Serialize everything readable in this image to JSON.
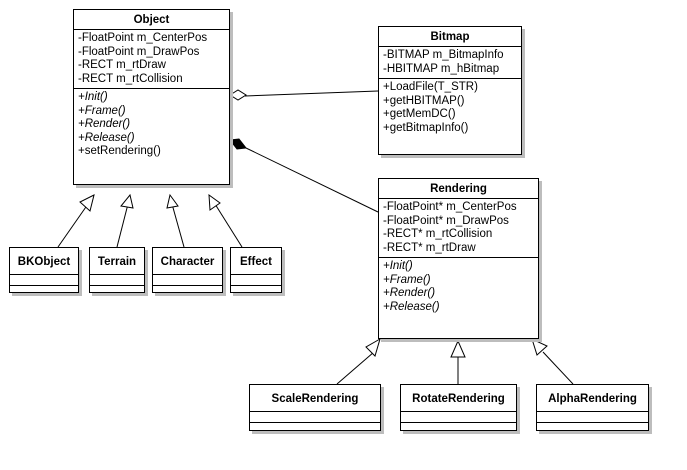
{
  "classes": {
    "object": {
      "name": "Object",
      "attributes": [
        "-FloatPoint m_CenterPos",
        "-FloatPoint m_DrawPos",
        "-RECT m_rtDraw",
        "-RECT m_rtCollision"
      ],
      "operations": [
        "+Init()",
        "+Frame()",
        "+Render()",
        "+Release()",
        "+setRendering()"
      ]
    },
    "bitmap": {
      "name": "Bitmap",
      "attributes": [
        "-BITMAP m_BitmapInfo",
        "-HBITMAP m_hBitmap"
      ],
      "operations": [
        "+LoadFile(T_STR)",
        "+getHBITMAP()",
        "+getMemDC()",
        "+getBitmapInfo()"
      ]
    },
    "rendering": {
      "name": "Rendering",
      "attributes": [
        "-FloatPoint* m_CenterPos",
        "-FloatPoint* m_DrawPos",
        "-RECT* m_rtCollision",
        "-RECT* m_rtDraw"
      ],
      "operations": [
        "+Init()",
        "+Frame()",
        "+Render()",
        "+Release()"
      ]
    },
    "bkobject": {
      "name": "BKObject"
    },
    "terrain": {
      "name": "Terrain"
    },
    "character": {
      "name": "Character"
    },
    "effect": {
      "name": "Effect"
    },
    "scalerendering": {
      "name": "ScaleRendering"
    },
    "rotaterendering": {
      "name": "RotateRendering"
    },
    "alpharendering": {
      "name": "AlphaRendering"
    }
  }
}
